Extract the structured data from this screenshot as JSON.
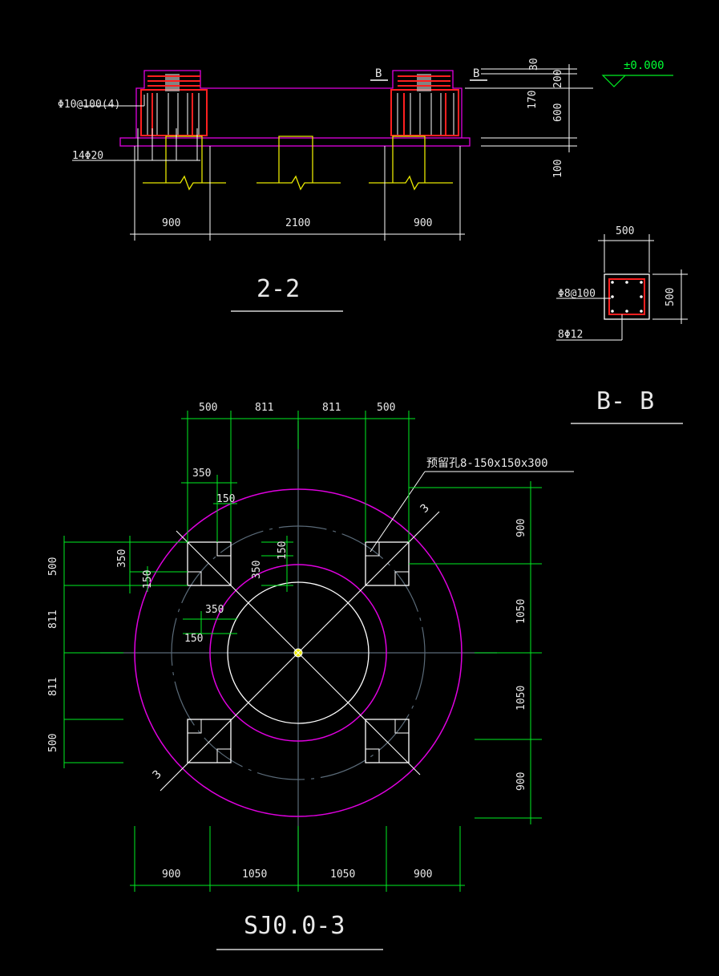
{
  "section_2_2": {
    "title": "2-2",
    "rebar_stirrup_label": "Φ10@100(4)",
    "rebar_main_label": "14Φ20",
    "section_marks": [
      "B",
      "B"
    ],
    "elevation_label": "±0.000",
    "right_dims": [
      "30",
      "200",
      "170",
      "600",
      "100"
    ],
    "bottom_dims": [
      "900",
      "2100",
      "900"
    ]
  },
  "section_b_b": {
    "title": "B- B",
    "width_dim": "500",
    "height_dim": "500",
    "stirrup_label": "Φ8@100",
    "bars_label": "8Φ12"
  },
  "plan_sj": {
    "title": "SJ0.0-3",
    "hole_label": "预留孔8-150x150x300",
    "section_mark": "3",
    "top_dims": [
      "500",
      "811",
      "811",
      "500"
    ],
    "left_dims": [
      "500",
      "811",
      "811",
      "500"
    ],
    "right_dims": [
      "900",
      "1050",
      "1050",
      "900"
    ],
    "bottom_dims": [
      "900",
      "1050",
      "1050",
      "900"
    ],
    "detail_dims": [
      "350",
      "150",
      "350",
      "150",
      "350",
      "150",
      "350",
      "150"
    ]
  },
  "colors": {
    "background": "#000000",
    "magenta": "#e000e0",
    "yellow": "#e8e800",
    "green": "#00ee22",
    "red": "#ff2020",
    "white": "#ffffff",
    "grey": "#5a6a78"
  }
}
